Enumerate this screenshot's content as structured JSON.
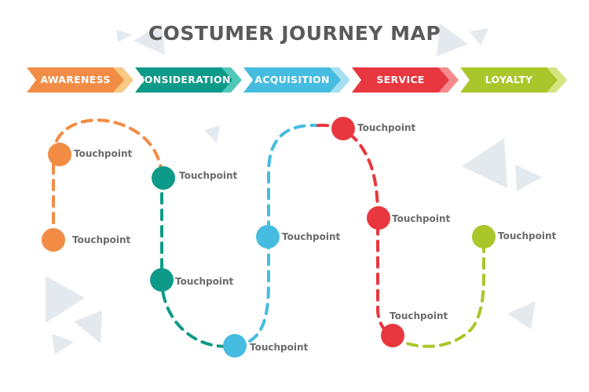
{
  "title": "COSTUMER JOURNEY MAP",
  "stages": [
    {
      "label": "AWARENESS",
      "color": "#F28C45",
      "tail_color": "#F6B75B"
    },
    {
      "label": "CONSIDERATION",
      "color": "#0E9A88",
      "tail_color": "#14B5A0"
    },
    {
      "label": "ACQUISITION",
      "color": "#45BCE0",
      "tail_color": "#8AD6EE"
    },
    {
      "label": "SERVICE",
      "color": "#E8373F",
      "tail_color": "#F0636A"
    },
    {
      "label": "LOYALTY",
      "color": "#A9C72A",
      "tail_color": "#C6DC55"
    }
  ],
  "touchpoints": [
    {
      "label": "Touchpoint",
      "stage": 0
    },
    {
      "label": "Touchpoint",
      "stage": 0
    },
    {
      "label": "Touchpoint",
      "stage": 1
    },
    {
      "label": "Touchpoint",
      "stage": 1
    },
    {
      "label": "Touchpoint",
      "stage": 2
    },
    {
      "label": "Touchpoint",
      "stage": 2
    },
    {
      "label": "Touchpoint",
      "stage": 3
    },
    {
      "label": "Touchpoint",
      "stage": 3
    },
    {
      "label": "Touchpoint",
      "stage": 3
    },
    {
      "label": "Touchpoint",
      "stage": 4
    }
  ],
  "colors": {
    "title": "#5a5a5a",
    "label": "#6b6b6b",
    "decor": "#E4E9EE"
  }
}
